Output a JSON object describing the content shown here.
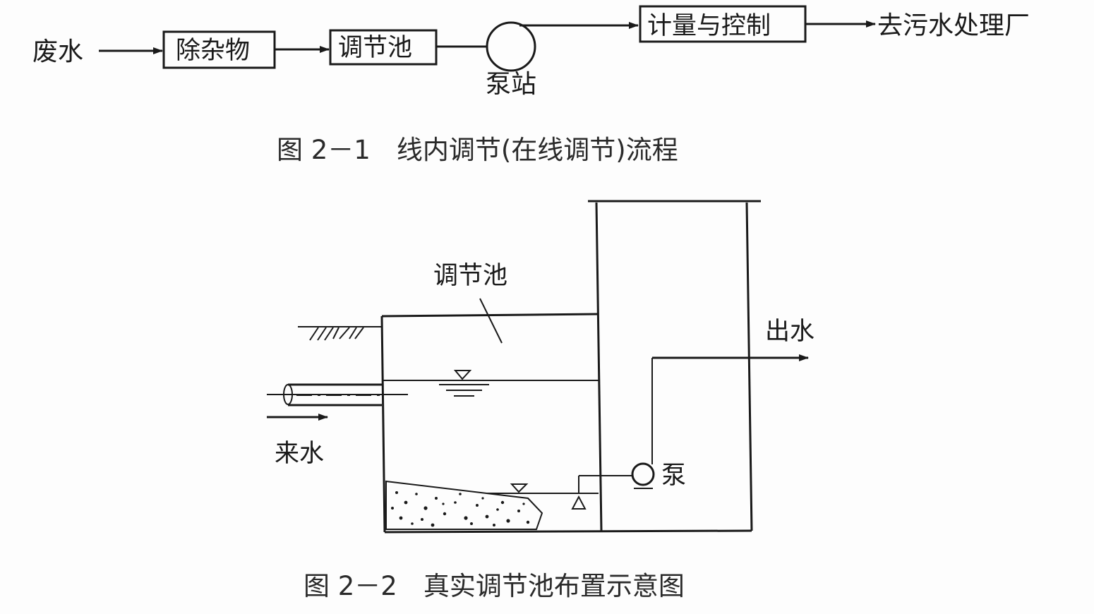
{
  "figure1": {
    "nodes": {
      "wastewater": "废水",
      "remove_debris": "除杂物",
      "equalization_tank": "调节池",
      "pump_station": "泵站",
      "metering_control": "计量与控制",
      "to_treatment_plant": "去污水处理厂"
    },
    "caption": "图 2－1　线内调节(在线调节)流程"
  },
  "figure2": {
    "labels": {
      "equalization_tank": "调节池",
      "outlet_water": "出水",
      "inlet_water": "来水",
      "pump": "泵"
    },
    "caption": "图 2－2　真实调节池布置示意图"
  }
}
